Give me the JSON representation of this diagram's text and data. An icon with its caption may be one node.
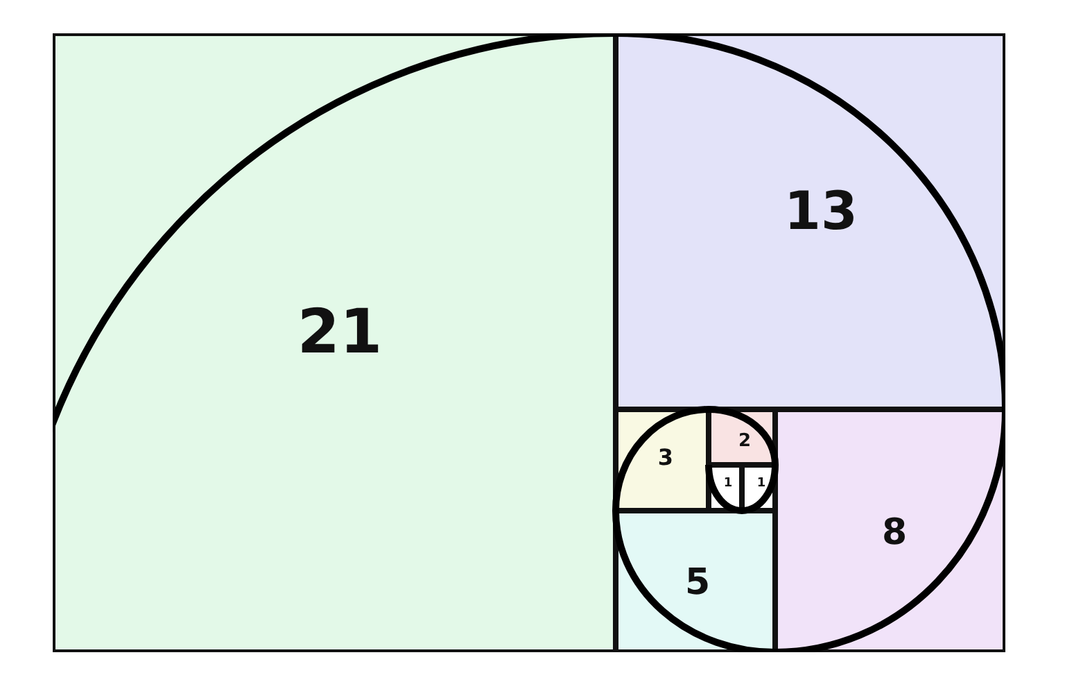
{
  "diagram": {
    "nodes": [
      {
        "text": [
          "21"
        ]
      },
      {
        "text": [
          "13"
        ]
      },
      {
        "text": [
          "3"
        ]
      },
      {
        "text": [
          "2"
        ]
      },
      {
        "text": [
          "1"
        ]
      },
      {
        "text": [
          "1"
        ]
      },
      {
        "text": [
          "5"
        ]
      },
      {
        "text": [
          "8"
        ]
      }
    ]
  }
}
